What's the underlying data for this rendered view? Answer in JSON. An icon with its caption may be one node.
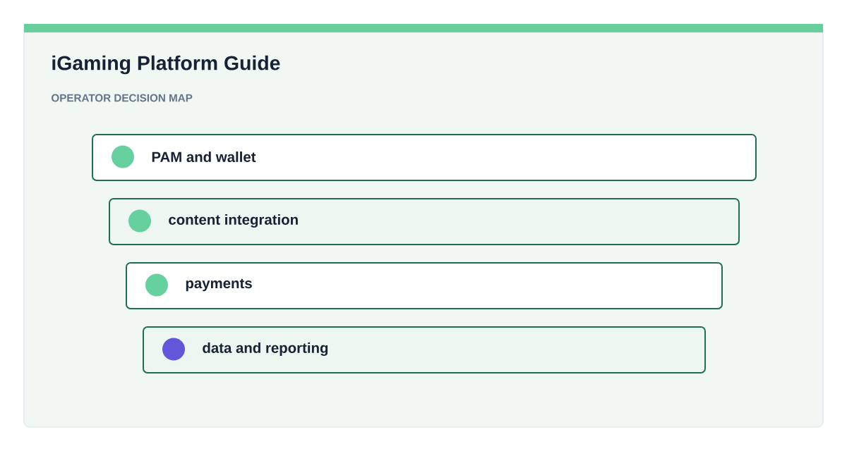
{
  "diagram": {
    "title": "iGaming Platform Guide",
    "nodes": [
      {
        "text": [
          "PAM and wallet"
        ]
      },
      {
        "text": [
          "content integration"
        ]
      },
      {
        "text": [
          "payments"
        ]
      },
      {
        "text": [
          "data and reporting"
        ]
      }
    ],
    "labels": [
      "OPERATOR DECISION MAP"
    ]
  }
}
